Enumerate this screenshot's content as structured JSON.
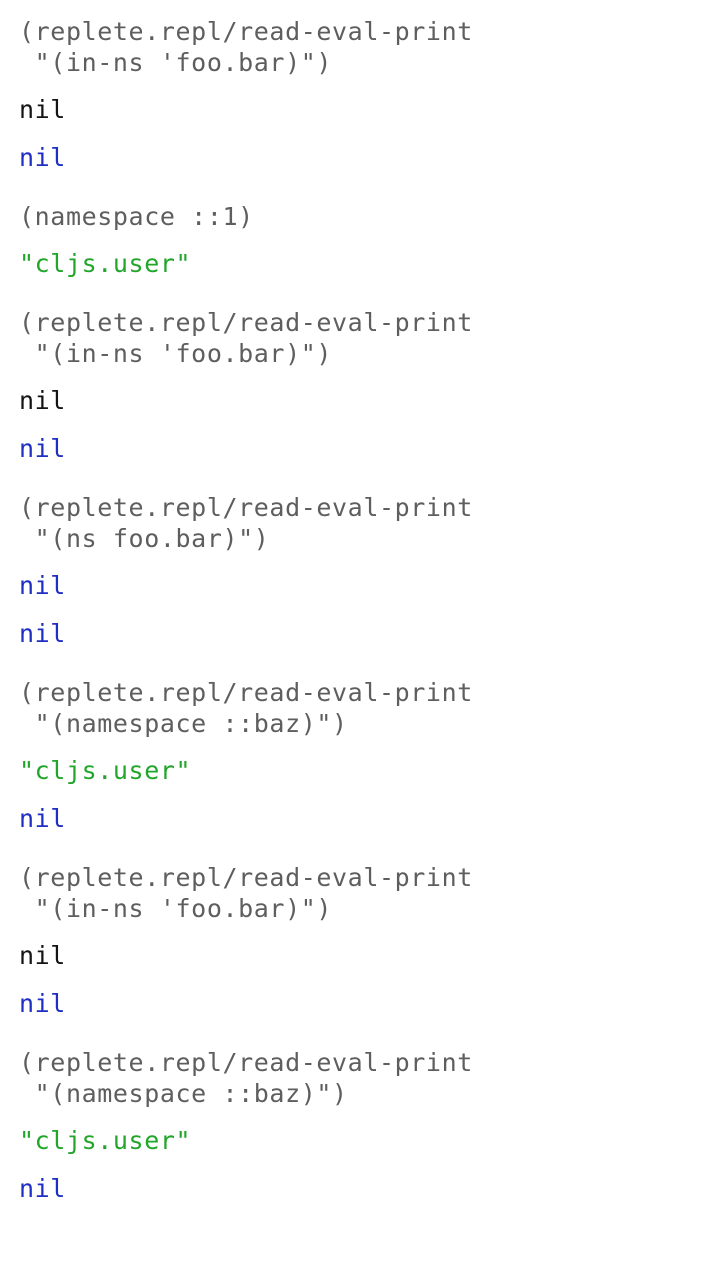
{
  "colors": {
    "input": "#5e5e5e",
    "output": "#141414",
    "result_nil": "#1f2fc4",
    "result_string": "#22a62a",
    "background": "#ffffff"
  },
  "entries": [
    {
      "input": [
        "(replete.repl/read-eval-print",
        " \"(in-ns 'foo.bar)\")"
      ],
      "output": "nil",
      "result": "nil"
    },
    {
      "input": [
        "(namespace ::1)"
      ],
      "result": "\"cljs.user\""
    },
    {
      "input": [
        "(replete.repl/read-eval-print",
        " \"(in-ns 'foo.bar)\")"
      ],
      "output": "nil",
      "result": "nil"
    },
    {
      "input": [
        "(replete.repl/read-eval-print",
        " \"(ns foo.bar)\")"
      ],
      "output": "nil",
      "result": "nil"
    },
    {
      "input": [
        "(replete.repl/read-eval-print",
        " \"(namespace ::baz)\")"
      ],
      "output": "\"cljs.user\"",
      "result": "nil"
    },
    {
      "input": [
        "(replete.repl/read-eval-print",
        " \"(in-ns 'foo.bar)\")"
      ],
      "output": "nil",
      "result": "nil"
    },
    {
      "input": [
        "(replete.repl/read-eval-print",
        " \"(namespace ::baz)\")"
      ],
      "output": "\"cljs.user\"",
      "result": "nil"
    }
  ]
}
